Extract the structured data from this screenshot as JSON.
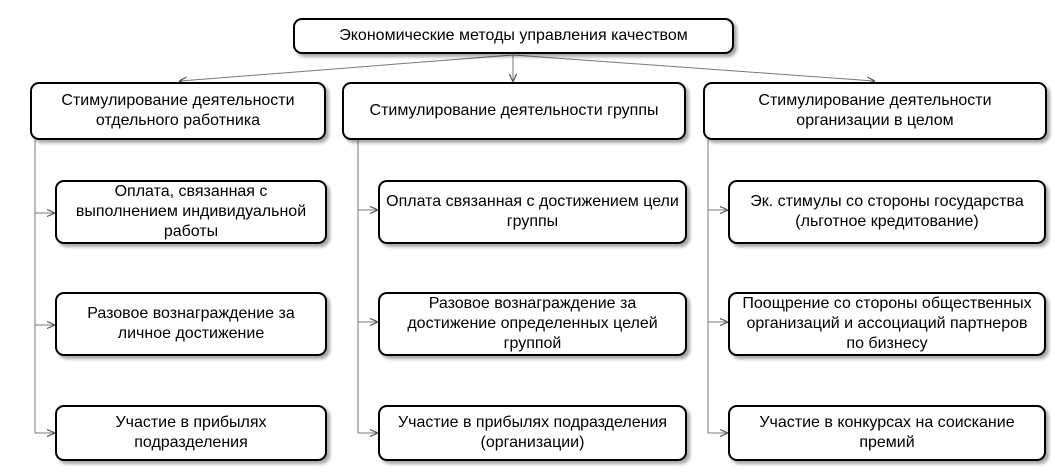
{
  "title": "Экономические методы управления качеством",
  "categories": [
    {
      "label": "Стимулирование деятельности отдельного работника",
      "items": [
        "Оплата, связанная с выполнением индивидуальной работы",
        "Разовое вознаграждение за личное достижение",
        "Участие в прибылях подразделения"
      ]
    },
    {
      "label": "Стимулирование деятельности группы",
      "items": [
        "Оплата связанная с достижением цели группы",
        "Разовое вознаграждение за достижение определенных целей группой",
        "Участие в прибылях подразделения (организации)"
      ]
    },
    {
      "label": "Стимулирование деятельности организации в целом",
      "items": [
        "Эк. стимулы со стороны государства (льготное кредитование)",
        "Поощрение со стороны общественных организаций и ассоциаций партнеров по бизнесу",
        "Участие в конкурсах на соискание премий"
      ]
    }
  ]
}
